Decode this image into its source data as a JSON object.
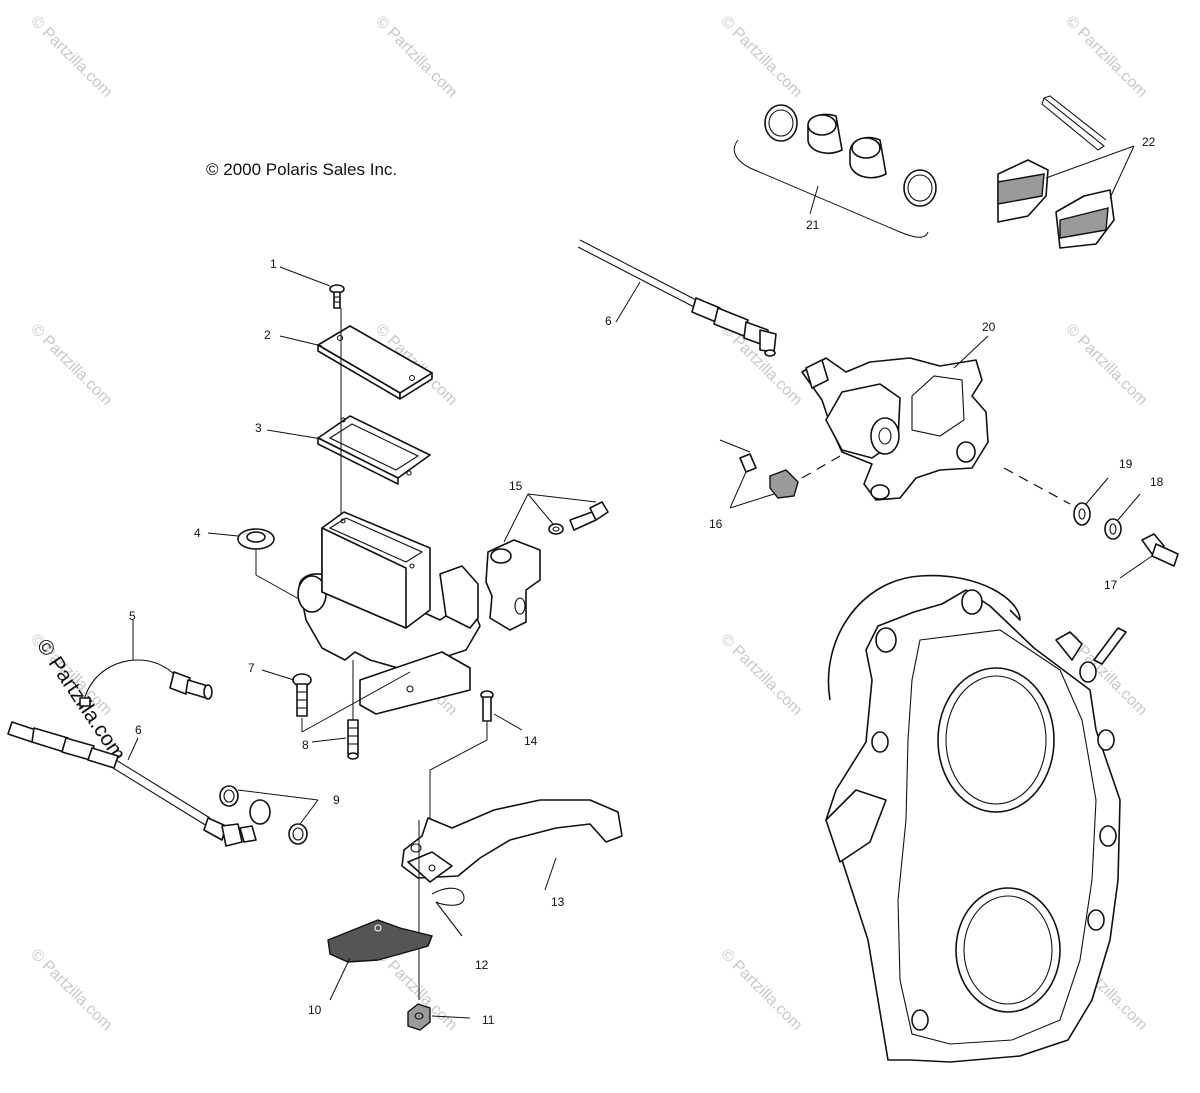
{
  "copyright": "© 2000 Polaris Sales Inc.",
  "watermark": "© Partzilla.com",
  "side_watermark": "© Partzilla.com",
  "callouts": [
    {
      "id": "c1",
      "text": "1"
    },
    {
      "id": "c2",
      "text": "2"
    },
    {
      "id": "c3",
      "text": "3"
    },
    {
      "id": "c4",
      "text": "4"
    },
    {
      "id": "c5",
      "text": "5"
    },
    {
      "id": "c6a",
      "text": "6"
    },
    {
      "id": "c6b",
      "text": "6"
    },
    {
      "id": "c7",
      "text": "7"
    },
    {
      "id": "c8",
      "text": "8"
    },
    {
      "id": "c9",
      "text": "9"
    },
    {
      "id": "c10",
      "text": "10"
    },
    {
      "id": "c11",
      "text": "11"
    },
    {
      "id": "c12",
      "text": "12"
    },
    {
      "id": "c13",
      "text": "13"
    },
    {
      "id": "c14",
      "text": "14"
    },
    {
      "id": "c15",
      "text": "15"
    },
    {
      "id": "c16",
      "text": "16"
    },
    {
      "id": "c17",
      "text": "17"
    },
    {
      "id": "c18",
      "text": "18"
    },
    {
      "id": "c19",
      "text": "19"
    },
    {
      "id": "c20",
      "text": "20"
    },
    {
      "id": "c21",
      "text": "21"
    },
    {
      "id": "c22",
      "text": "22"
    }
  ]
}
